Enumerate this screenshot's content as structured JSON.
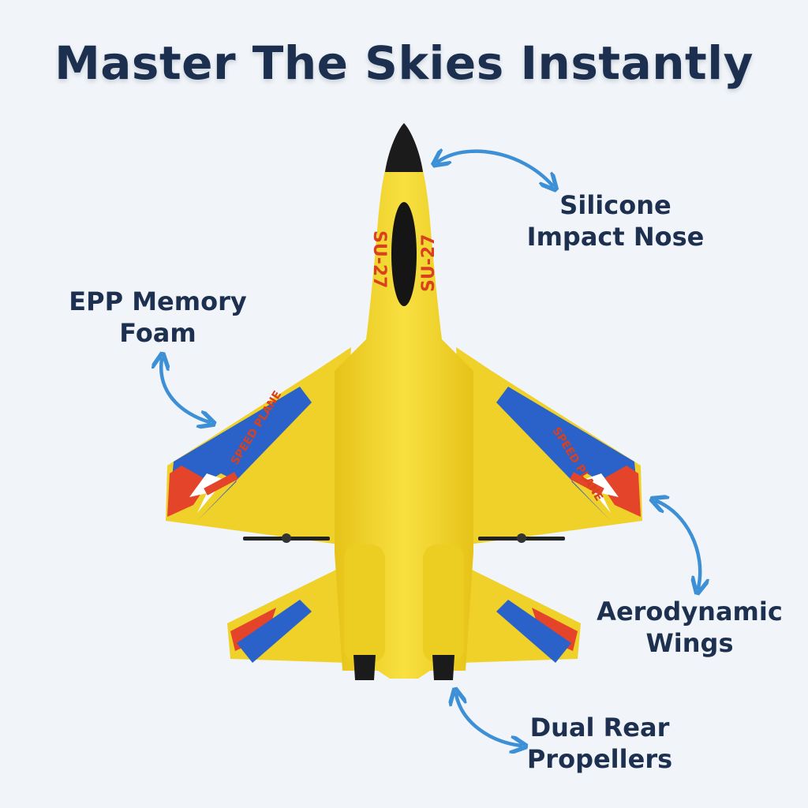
{
  "headline": "Master The Skies Instantly",
  "plane_markings": {
    "model": "SU-27",
    "wing_text": "SPEED PLANE"
  },
  "callouts": {
    "nose": {
      "line1": "Silicone",
      "line2": "Impact Nose"
    },
    "foam": {
      "line1": "EPP Memory",
      "line2": "Foam"
    },
    "wings": {
      "line1": "Aerodynamic",
      "line2": "Wings"
    },
    "propellers": {
      "line1": "Dual Rear",
      "line2": "Propellers"
    }
  },
  "colors": {
    "background": "#f1f5f9",
    "headline": "#1c2f4f",
    "label": "#1e3050",
    "arrow": "#3d8fd6",
    "plane_body": "#f2d62a",
    "stripe_blue": "#2a62c9",
    "stripe_red": "#e4452a"
  }
}
